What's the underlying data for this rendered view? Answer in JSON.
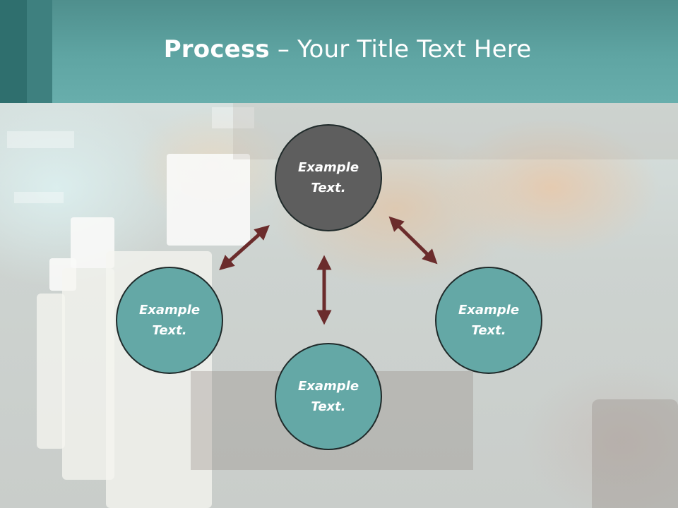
{
  "slide": {
    "title_bold": "Process",
    "title_rest": " – Your Title Text Here"
  },
  "nodes": {
    "top": "Example Text.",
    "left": "Example Text.",
    "right": "Example Text.",
    "bottom": "Example Text."
  },
  "colors": {
    "header": "#5fa5a3",
    "node_teal": "#64a8a6",
    "node_gray": "#5e5e5e",
    "arrow": "#6b2c2c"
  }
}
